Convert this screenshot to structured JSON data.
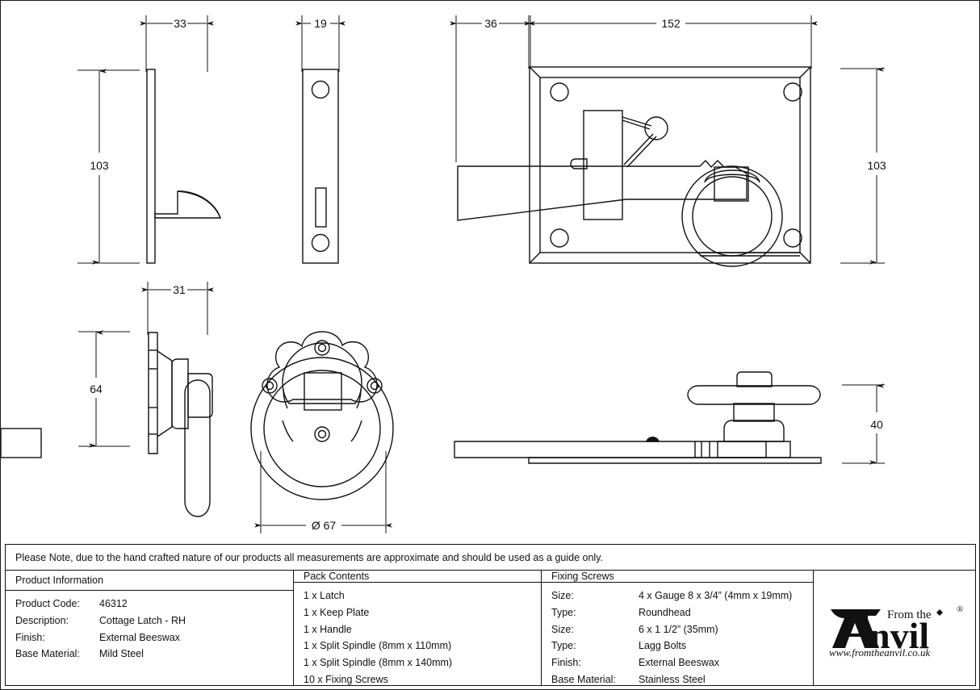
{
  "document": {
    "type": "technical-product-drawing",
    "note": "Please Note, due to the hand crafted nature of our products all measurements are approximate and should be used as a guide only."
  },
  "dimensions": {
    "latch_plate_depth": "33",
    "keep_plate_width": "19",
    "latch_offset": "36",
    "latch_plate_width": "152",
    "latch_plate_height_left": "103",
    "latch_plate_height_right": "103",
    "rose_depth": "31",
    "rose_height": "64",
    "handle_projection": "40",
    "ring_diameter": "Ø 67"
  },
  "views": {
    "latch_side": "latch-plate-side-view",
    "keep_plate": "keep-plate-front-view",
    "latch_front": "latch-plate-front-view",
    "rose_side": "rose-handle-side-view",
    "rose_front": "rose-ring-front-view",
    "handle_plan": "handle-plan-view"
  },
  "table": {
    "product_information": {
      "header": "Product Information",
      "rows": [
        {
          "key": "Product Code:",
          "value": "46312"
        },
        {
          "key": "Description:",
          "value": "Cottage Latch - RH"
        },
        {
          "key": "Finish:",
          "value": "External Beeswax"
        },
        {
          "key": "Base Material:",
          "value": "Mild Steel"
        }
      ]
    },
    "pack_contents": {
      "header": "Pack Contents",
      "items": [
        "1 x Latch",
        "1 x Keep Plate",
        "1 x Handle",
        "1 x Split Spindle (8mm x 110mm)",
        "1 x Split Spindle (8mm x 140mm)",
        "10 x Fixing Screws"
      ]
    },
    "fixing_screws": {
      "header": "Fixing Screws",
      "rows": [
        {
          "key": "Size:",
          "value": "4 x Gauge 8 x 3/4” (4mm x 19mm)"
        },
        {
          "key": "Type:",
          "value": "Roundhead"
        },
        {
          "key": "Size:",
          "value": "6 x 1 1/2” (35mm)"
        },
        {
          "key": "Type:",
          "value": "Lagg Bolts"
        },
        {
          "key": "Finish:",
          "value": "External Beeswax"
        },
        {
          "key": "Base Material:",
          "value": "Stainless Steel"
        }
      ]
    }
  },
  "logo": {
    "from_the": "From the",
    "wordmark": "nvil",
    "registered": "®",
    "website": "www.fromtheanvil.co.uk"
  },
  "colors": {
    "line": "#111111",
    "background": "#ffffff"
  }
}
